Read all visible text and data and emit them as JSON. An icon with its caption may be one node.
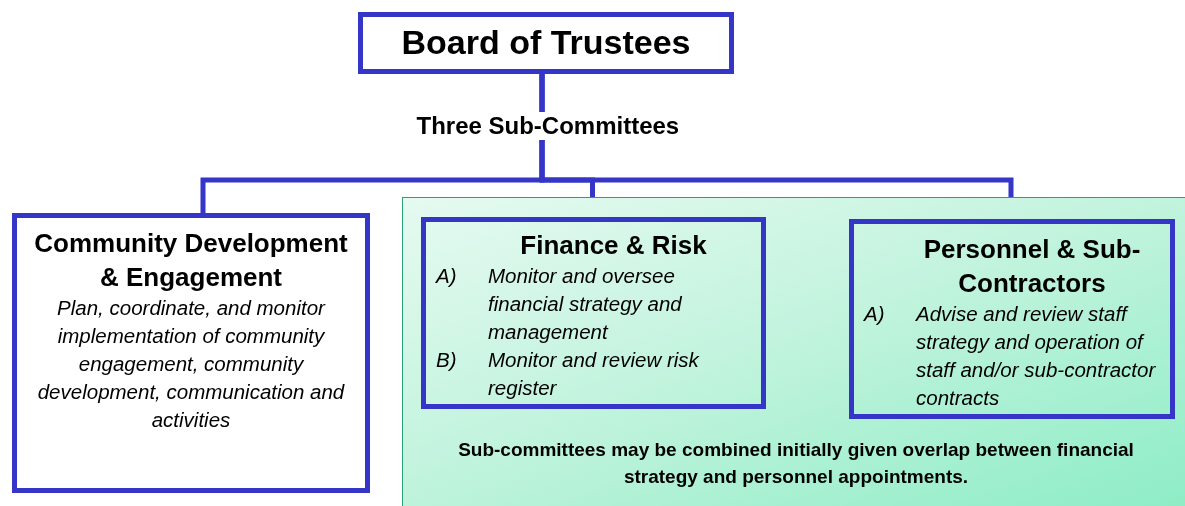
{
  "diagram": {
    "nodes": [
      {
        "text": [
          "Board of Trustees"
        ]
      },
      {
        "text": [
          "Community Development & Engagement",
          "Plan, coordinate, and monitor implementation of community engagement, community development, communication and activities"
        ]
      },
      {
        "text": [
          "Sub-committees may be combined initially given overlap between financial strategy and personnel appointments."
        ]
      },
      {
        "text": [
          "Finance & Risk",
          "A)",
          "Monitor and oversee financial strategy and management",
          "B)",
          "Monitor and review risk register"
        ],
        "in": 2
      },
      {
        "text": [
          "Personnel & Sub-Contractors",
          "A)",
          "Advise and review staff strategy and operation of staff and/or sub-contractor contracts"
        ],
        "in": 2
      }
    ],
    "edges": [
      {
        "from": 0,
        "to": 1,
        "arrow": "none",
        "label": "Three Sub-Committees"
      },
      {
        "from": 0,
        "to": 3,
        "arrow": "none"
      },
      {
        "from": 0,
        "to": 4,
        "arrow": "none"
      }
    ]
  }
}
